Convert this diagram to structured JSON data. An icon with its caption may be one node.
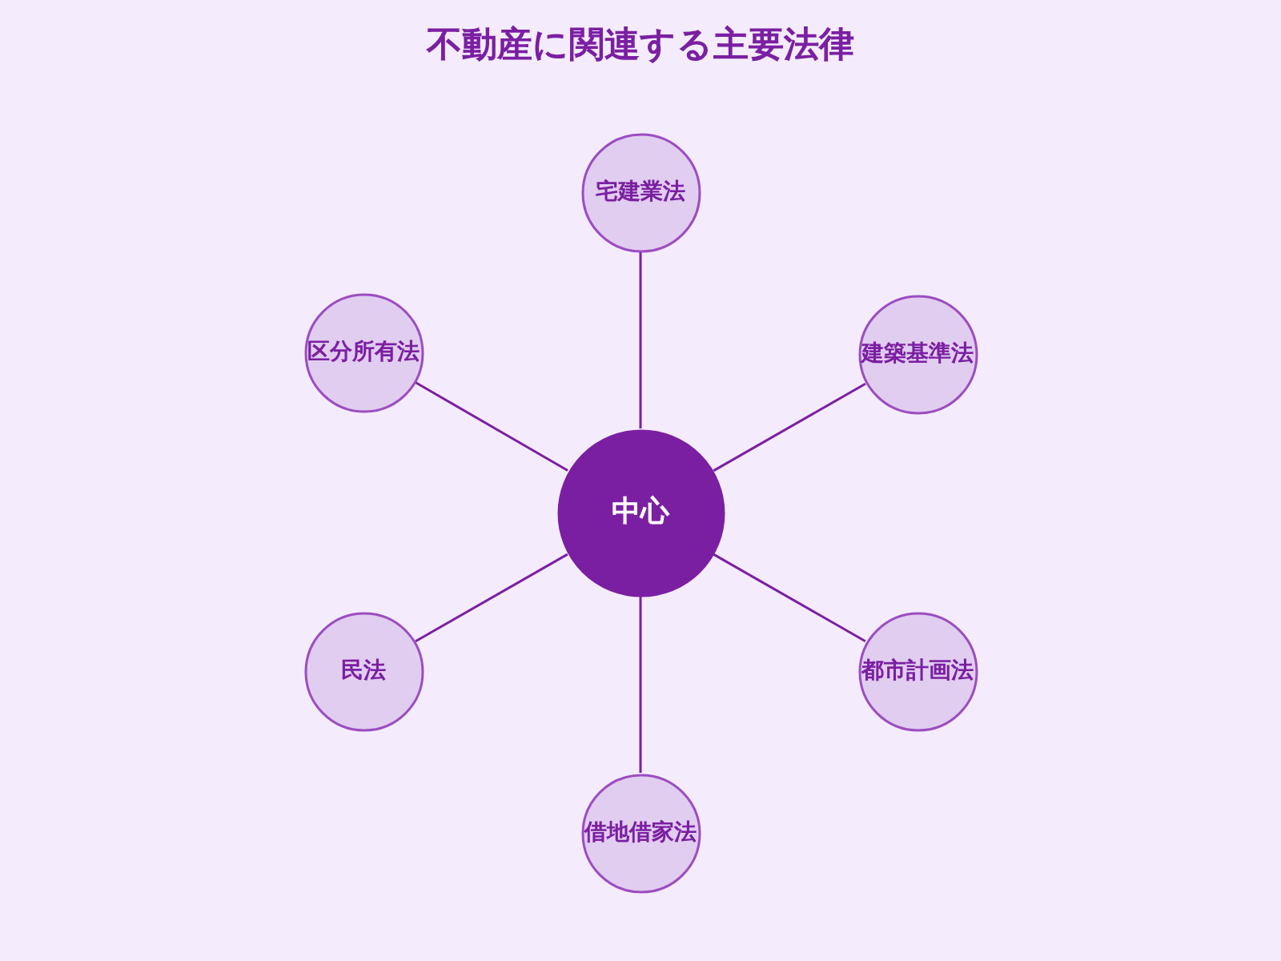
{
  "diagram": {
    "title": "不動産に関連する主要法律",
    "nodes": [
      {
        "text": [
          "宅建業法"
        ]
      },
      {
        "text": [
          "区分所有法"
        ]
      },
      {
        "text": [
          "建築基準法"
        ]
      },
      {
        "text": [
          "中心"
        ]
      },
      {
        "text": [
          "民法"
        ]
      },
      {
        "text": [
          "都市計画法"
        ]
      },
      {
        "text": [
          "借地借家法"
        ]
      }
    ],
    "edges": [
      {
        "from": 3,
        "to": 0,
        "arrow": "none"
      },
      {
        "from": 3,
        "to": 2,
        "arrow": "none"
      },
      {
        "from": 3,
        "to": 5,
        "arrow": "none"
      },
      {
        "from": 3,
        "to": 6,
        "arrow": "none"
      },
      {
        "from": 3,
        "to": 4,
        "arrow": "none"
      },
      {
        "from": 3,
        "to": 1,
        "arrow": "none"
      }
    ]
  }
}
